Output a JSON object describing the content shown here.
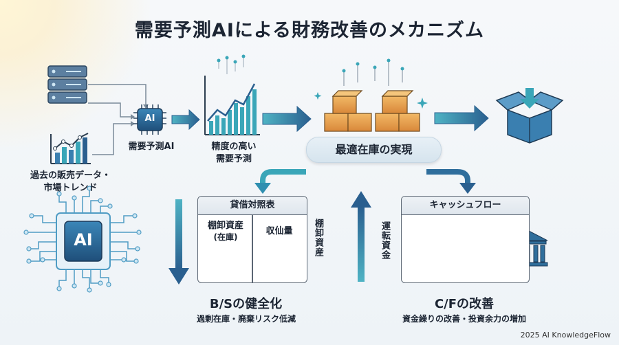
{
  "title": "需要予測AIによる財務改善のメカニズム",
  "nodes": {
    "past_data_line1": "過去の販売データ・",
    "past_data_line2": "市場トレンド",
    "ai_chip_small": "AI",
    "demand_ai": "需要予測AI",
    "accuracy_line1": "精度の高い",
    "accuracy_line2": "需要予測",
    "optimal_inventory": "最適在庫の実現",
    "ai_chip_big": "AI"
  },
  "balance_sheet": {
    "header": "貸借対照表",
    "left_line1": "棚卸資産",
    "left_line2": "(在庫)",
    "right": "収仙量",
    "side_label": "棚卸資産"
  },
  "cash_flow": {
    "header": "キャッシュフロー",
    "side_label": "運転資金"
  },
  "outcomes": {
    "bs_title": "B/Sの健全化",
    "bs_sub": "過剰在庫・廃棄リスク低減",
    "cf_title": "C/Fの改善",
    "cf_sub": "資金繰りの改善・投資余力の増加"
  },
  "credit": "2025 AI KnowledgeFlow",
  "colors": {
    "accent_blue": "#2f6e9c",
    "teal": "#3aa6b8",
    "box_orange": "#e7a34f",
    "coin": "#e4a93a"
  }
}
